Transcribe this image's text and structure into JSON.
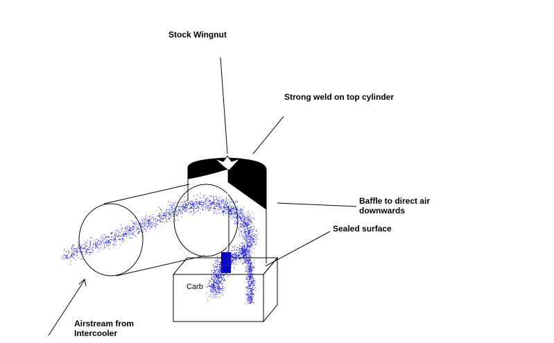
{
  "labels": {
    "wingnut": "Stock Wingnut",
    "weld": "Strong weld on top cylinder",
    "baffle_line1": "Baffle to direct air",
    "baffle_line2": "downwards",
    "sealed": "Sealed surface",
    "carb": "Carb",
    "airstream_line1": "Airstream from",
    "airstream_line2": "Intercooler"
  },
  "colors": {
    "outline": "#000000",
    "fill_black": "#000000",
    "airflow_dots": "#1a1ac8",
    "background": "#ffffff"
  }
}
